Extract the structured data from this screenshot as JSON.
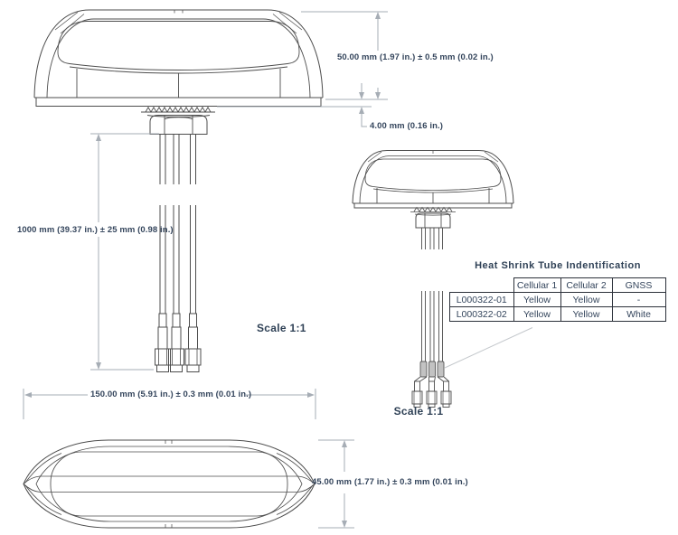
{
  "document": {
    "type": "technical-drawing",
    "colors": {
      "background": "#ffffff",
      "part_line": "#4d4d4d",
      "dimension_line": "#a6adb5",
      "text": "#34455c",
      "table_border": "#2c313a",
      "heat_shrink_fill": "#c2c2c2"
    }
  },
  "labels": {
    "dim_height": "50.00 mm (1.97 in.) ± 0.5 mm (0.02 in.)",
    "dim_stud": "4.00 mm (0.16 in.)",
    "dim_cable_length": "1000 mm (39.37 in.) ± 25 mm (0.98 in.)",
    "dim_length": "150.00 mm (5.91 in.) ± 0.3 mm (0.01 in.)",
    "dim_width": "45.00 mm (1.77 in.) ± 0.3 mm (0.01 in.)",
    "scale_side_view": "Scale 1:1",
    "scale_detail_view": "Scale 1:1"
  },
  "table": {
    "title": "Heat Shrink Tube Indentification",
    "headers": [
      "",
      "Cellular 1",
      "Cellular 2",
      "GNSS"
    ],
    "rows": [
      [
        "L000322-01",
        "Yellow",
        "Yellow",
        "-"
      ],
      [
        "L000322-02",
        "Yellow",
        "Yellow",
        "White"
      ]
    ]
  }
}
